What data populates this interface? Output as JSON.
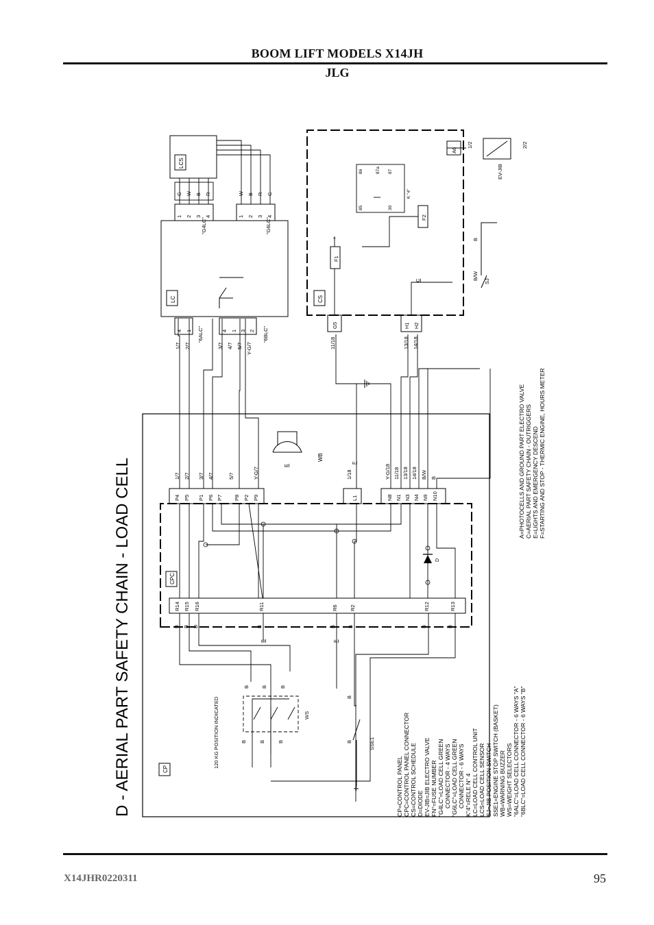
{
  "header": {
    "title": "BOOM LIFT MODELS X14JH",
    "brand": "JLG"
  },
  "footer": {
    "doc_code": "X14JHR0220311",
    "page_number": "95"
  },
  "diagram": {
    "title": "D - AERIAL PART SAFETY CHAIN - LOAD CELL",
    "legend": [
      "CP=CONTROL PANEL",
      "CPC=CONTROL PANEL CONNECTOR",
      "CS=CONTROL SCHEDULE",
      "D=DIODE",
      "EV-JIB=JIB ELECTRO VALVE",
      "FN°=FUSE NUMBER",
      "\"G4LC\"=LOAD CELL GREEN",
      "CONNECTOR - 4 WAYS",
      "\"G6LC\"=LOAD CELL GREEN",
      "CONNECTOR - 6 WAYS",
      "K\"4\"=RELE N° 4",
      "LC=LOAD CELL CONTROL UNIT",
      "LCS=LOAD CELL SENSOR",
      "SJ=JIB POSITION SWITCH",
      "SSE1=ENGINE STOP SWITCH (BASKET)",
      "WB=WARNING BUZZER",
      "WS=WEIGHT SELECTORS",
      "\"6ALC\"=LOAD CELL CONNECTOR - 6 WAYS \"A\"",
      "\"6BLC\"=LOAD CELL CONNECTOR - 6 WAYS \"B\""
    ],
    "circuits": [
      "A=PHOTOCELLS AND GROUND PART ELECTRO VALVE",
      "C=AERIAL PART SAFETY CHAIN - OUTRIGGERS",
      "E=LIGHTS AND EMERGENCY DESCEND",
      "F=STARTING AND STOP - THERMIC ENGINE, HOURS METER"
    ],
    "boxes": {
      "cp": "CP",
      "cpc": "CPC",
      "lc": "LC",
      "cs": "CS",
      "lcs": "LCS"
    },
    "labels": {
      "ws_position": "120 KG POSITION INDICATED",
      "ws": "WS",
      "sse1": "SSE1",
      "wb": "WB",
      "diode": "D",
      "relay": "K \"4\"",
      "ev_jib": "EV-JIB",
      "sj": "SJ",
      "f1": "F1",
      "f2": "F2",
      "conn_6alc": "\"6ALC\"",
      "conn_6blc": "\"6BLC\"",
      "conn_g4lc": "\"G4LC\"",
      "conn_g6lc": "\"G6LC\"",
      "plus": "+"
    },
    "cpc_pins_top": [
      "P4",
      "P5",
      "P1",
      "P6",
      "P7",
      "P8",
      "P2",
      "P9",
      "L1",
      "N8",
      "N1",
      "N3",
      "N4",
      "N9",
      "N10"
    ],
    "cpc_wires_top": [
      "1/7",
      "2/7",
      "3/7",
      "4/7",
      "5/7",
      "Y-G/7",
      "1/18",
      "Y-G/18",
      "11/18",
      "13/18",
      "14/18",
      "B/W",
      "B"
    ],
    "cpc_pins_bottom": [
      "R14",
      "R15",
      "R16",
      "R11",
      "R6",
      "R2",
      "R12",
      "R13"
    ],
    "cpc_wires_bottom": [
      "B",
      "B",
      "D",
      "B",
      "B",
      "B",
      "B",
      "B"
    ],
    "lc_wires": [
      "1/7",
      "2/7",
      "3/7",
      "4/7",
      "5/7",
      "Y-G/7"
    ],
    "lc_pins_a": [
      "4",
      "1"
    ],
    "lc_pins_b": [
      "4",
      "1",
      "3",
      "2"
    ],
    "g4lc_pins": [
      "1",
      "2",
      "3",
      "4"
    ],
    "g4lc_colors": [
      "G",
      "W",
      "B",
      "R"
    ],
    "g6lc_pins": [
      "1",
      "2",
      "3",
      "4"
    ],
    "g6lc_colors": [
      "W",
      "B",
      "R",
      "G"
    ],
    "cs_pins": [
      "G5",
      "H1",
      "H2"
    ],
    "cs_wires": [
      "11/18",
      "13/18",
      "14/18"
    ],
    "cs_letters": {
      "a6": "A6",
      "w12": "1/2",
      "w22": "2/2",
      "c": "C",
      "e_wb": "E",
      "e_r11": "E",
      "e_conn": "E",
      "f_r6": "F",
      "f_l1": "F"
    },
    "relay_pins": [
      "86",
      "87a",
      "87",
      "85",
      "30"
    ],
    "sj_wires": [
      "B/W",
      "B"
    ],
    "ws_wires": [
      "B",
      "B",
      "B",
      "B",
      "B",
      "B"
    ],
    "sse1_wires": [
      "B",
      "B"
    ]
  }
}
